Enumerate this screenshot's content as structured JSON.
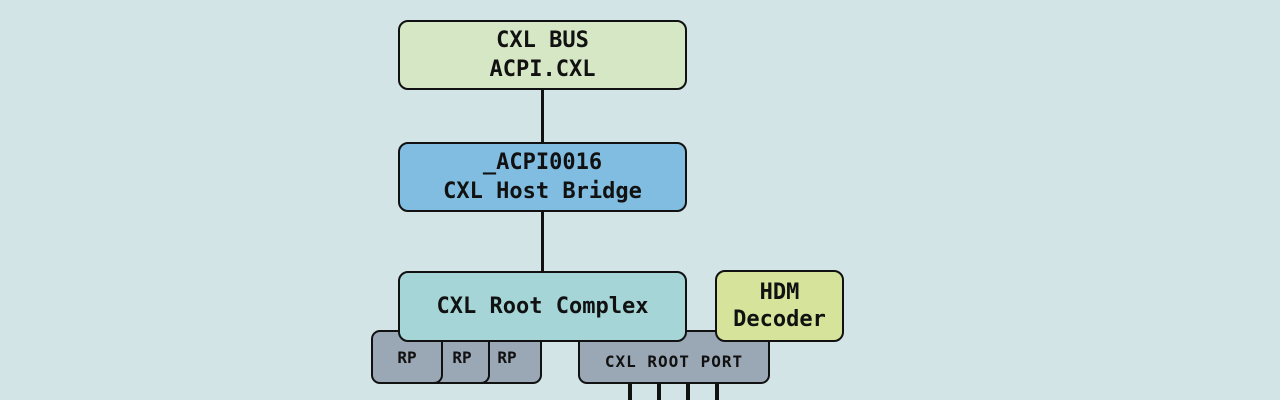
{
  "nodes": {
    "cxl_bus": {
      "line1": "CXL BUS",
      "line2": "ACPI.CXL",
      "color": "#d5e7c4"
    },
    "host_bridge": {
      "line1": "_ACPI0016",
      "line2": "CXL Host Bridge",
      "color": "#80bde0"
    },
    "root_complex": {
      "label": "CXL Root Complex",
      "color": "#a5d5d6"
    },
    "hdm_decoder": {
      "line1": "HDM",
      "line2": "Decoder",
      "color": "#d5e39b"
    },
    "root_ports": [
      {
        "label": "RP"
      },
      {
        "label": "RP"
      },
      {
        "label": "RP"
      }
    ],
    "cxl_root_port": {
      "label": "CXL ROOT PORT",
      "color": "#9aa8b6"
    }
  }
}
